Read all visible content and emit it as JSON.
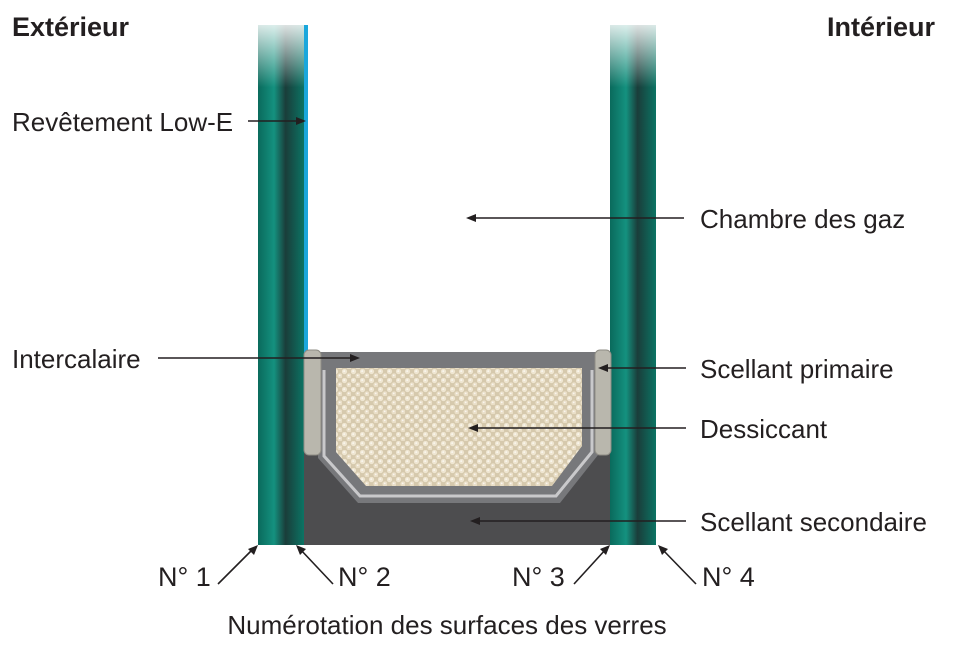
{
  "headings": {
    "exterior": "Extérieur",
    "interior": "Intérieur"
  },
  "labels": {
    "low_e_coating": "Revêtement Low-E",
    "gas_chamber": "Chambre des gaz",
    "spacer": "Intercalaire",
    "primary_sealant": "Scellant primaire",
    "desiccant": "Dessiccant",
    "secondary_sealant": "Scellant secondaire"
  },
  "surface_numbers": [
    "N° 1",
    "N° 2",
    "N° 3",
    "N° 4"
  ],
  "caption": "Numérotation des surfaces des verres",
  "colors": {
    "glass": "#0d7f6f",
    "glass_dark": "#0a5e52",
    "low_e_coating": "#1aa7dc",
    "spacer": "#77787b",
    "primary_sealant": "#b9b7ad",
    "secondary_sealant": "#4d4d4f",
    "desiccant": "#e3d7bf",
    "text": "#231f20"
  }
}
